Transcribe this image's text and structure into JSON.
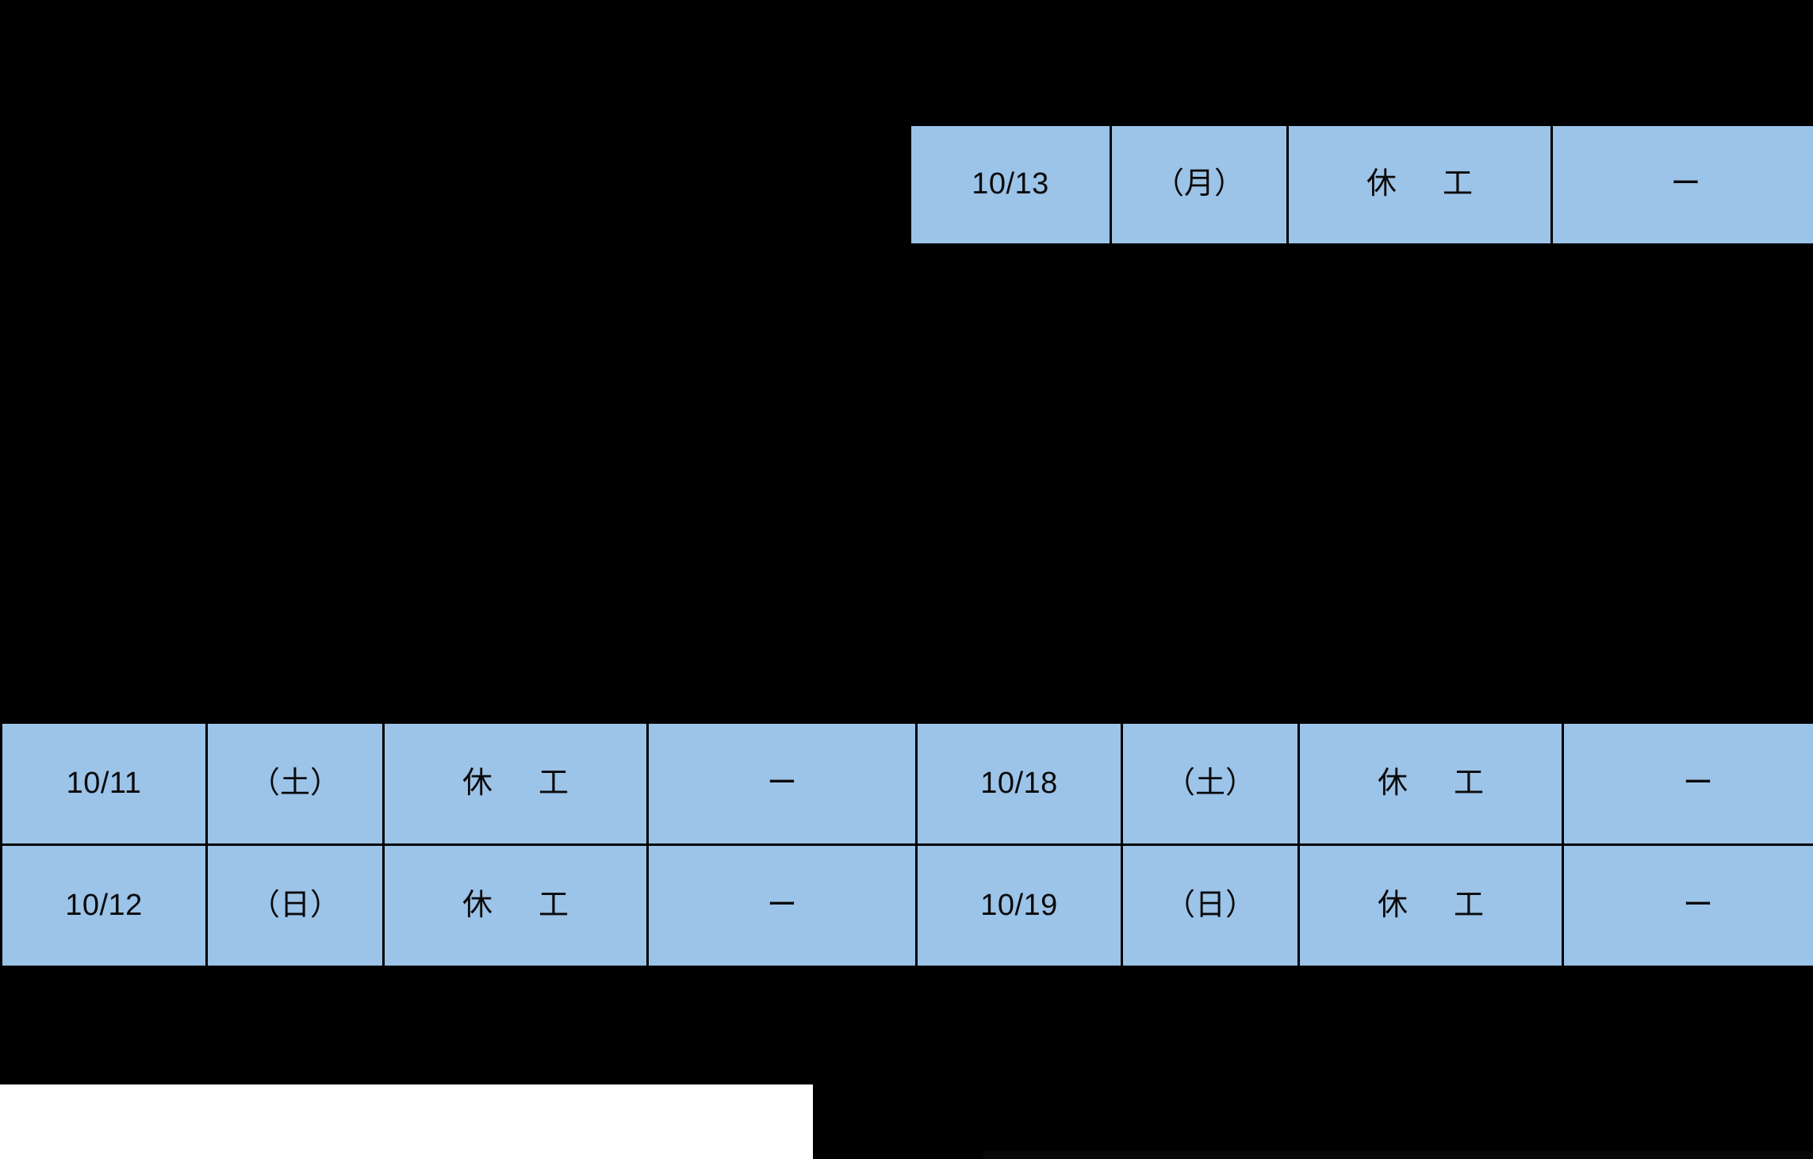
{
  "page": {
    "background_color": "#000000",
    "cell_fill_color": "#9CC3E8",
    "cell_border_color": "#000000",
    "text_color": "#0A0A0A"
  },
  "tables": {
    "top": {
      "columns": [
        "date",
        "day_of_week",
        "status",
        "note"
      ],
      "rows": [
        {
          "date": "10/13",
          "day_of_week": "（月）",
          "status": "休　工",
          "note": "ー"
        }
      ]
    },
    "bottom": {
      "columns": [
        "date",
        "day_of_week",
        "status",
        "note",
        "date2",
        "day_of_week2",
        "status2",
        "note2"
      ],
      "rows": [
        {
          "date": "10/11",
          "day_of_week": "（土）",
          "status": "休　工",
          "note": "ー",
          "date2": "10/18",
          "day_of_week2": "（土）",
          "status2": "休　工",
          "note2": "ー"
        },
        {
          "date": "10/12",
          "day_of_week": "（日）",
          "status": "休　工",
          "note": "ー",
          "date2": "10/19",
          "day_of_week2": "（日）",
          "status2": "休　工",
          "note2": "ー"
        }
      ]
    }
  }
}
